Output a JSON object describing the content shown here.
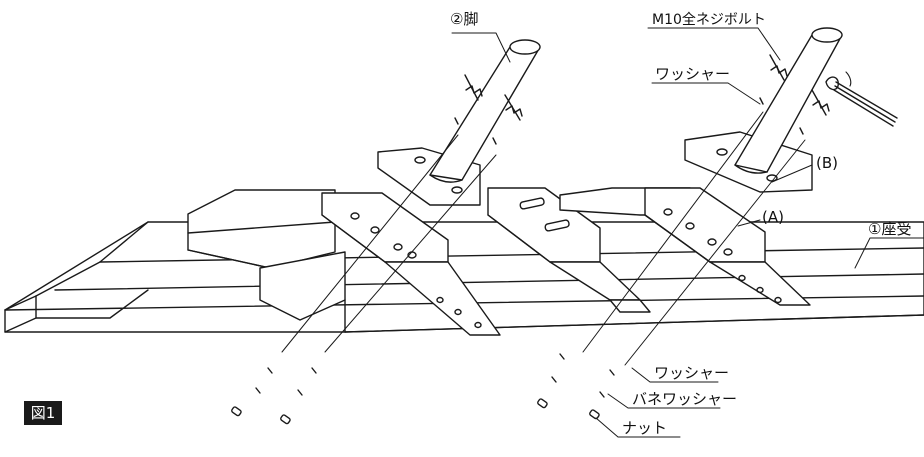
{
  "figure": {
    "tag": "図1",
    "colors": {
      "line": "#1a1a1a",
      "tag_bg": "#1a1a1a",
      "tag_text": "#ffffff"
    }
  },
  "labels": {
    "leg": "②脚",
    "bolt": "M10全ネジボルト",
    "washer_top": "ワッシャー",
    "point_b": "(B)",
    "point_a": "(A)",
    "base": "①座受",
    "washer_bottom": "ワッシャー",
    "spring_washer": "バネワッシャー",
    "nut": "ナット"
  }
}
